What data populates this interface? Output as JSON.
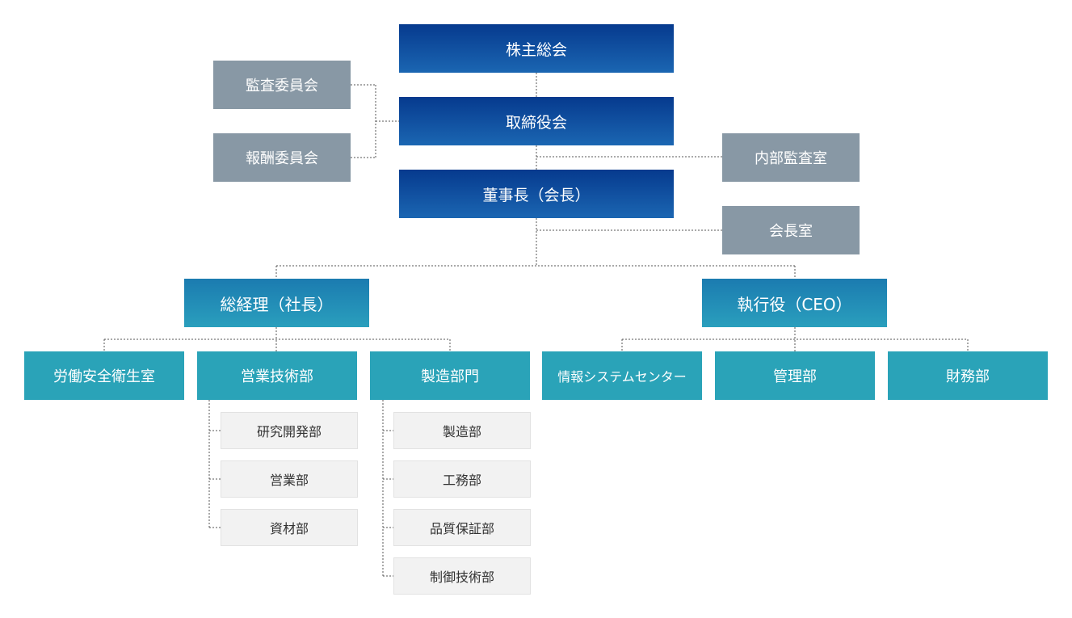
{
  "org": {
    "shareholders": "株主総会",
    "board": "取締役会",
    "audit_committee": "監査委員会",
    "compensation_committee": "報酬委員会",
    "internal_audit": "内部監査室",
    "chairman": "董事長（会長）",
    "chairman_office": "会長室",
    "general_manager": "総経理（社長）",
    "ceo": "執行役（CEO）",
    "depts": {
      "safety": "労働安全衛生室",
      "sales_tech": "営業技術部",
      "manufacturing": "製造部門",
      "it": "情報システムセンター",
      "admin": "管理部",
      "finance": "財務部"
    },
    "sales_tech_subs": [
      "研究開発部",
      "営業部",
      "資材部"
    ],
    "manufacturing_subs": [
      "製造部",
      "工務部",
      "品質保証部",
      "制御技術部"
    ]
  }
}
